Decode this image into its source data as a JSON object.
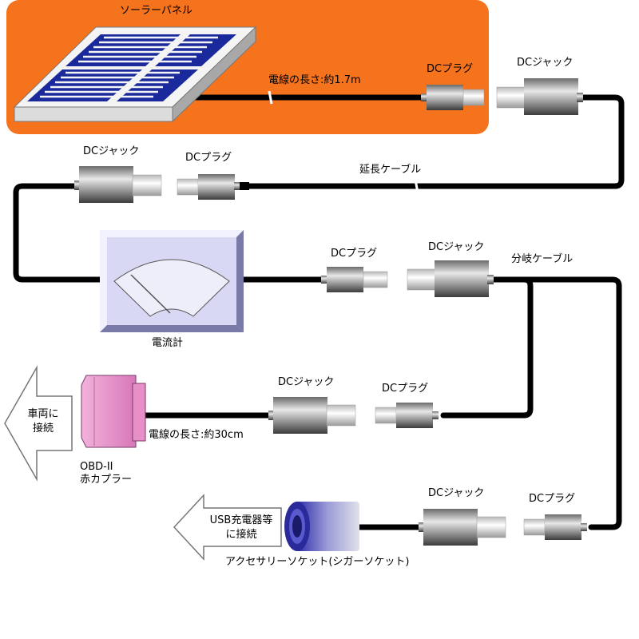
{
  "solar_panel": {
    "label": "ソーラーパネル",
    "wire_length": "電線の長さ:約1.7m"
  },
  "dc_plug_label": "DCプラグ",
  "dc_jack_label": "DCジャック",
  "extension_cable": {
    "label": "延長ケーブル"
  },
  "ammeter": {
    "label": "電流計"
  },
  "splitter_cable": {
    "label": "分岐ケーブル"
  },
  "obd_coupler": {
    "label_line1": "OBD-II",
    "label_line2": "赤カプラー",
    "wire_length": "電線の長さ:約30cm"
  },
  "vehicle_arrow": {
    "line1": "車両に",
    "line2": "接続"
  },
  "accessory_socket": {
    "label": "アクセサリーソケット(シガーソケット)"
  },
  "usb_arrow": {
    "line1": "USB充電器等",
    "line2": "に接続"
  },
  "colors": {
    "highlight": "#F6731E",
    "cable": "#000000",
    "solar_cell": "#1A2A9C",
    "obd_coupler": "#E88FC8",
    "socket": "#3A3ACF",
    "meter_face": "#D8D8F4"
  }
}
